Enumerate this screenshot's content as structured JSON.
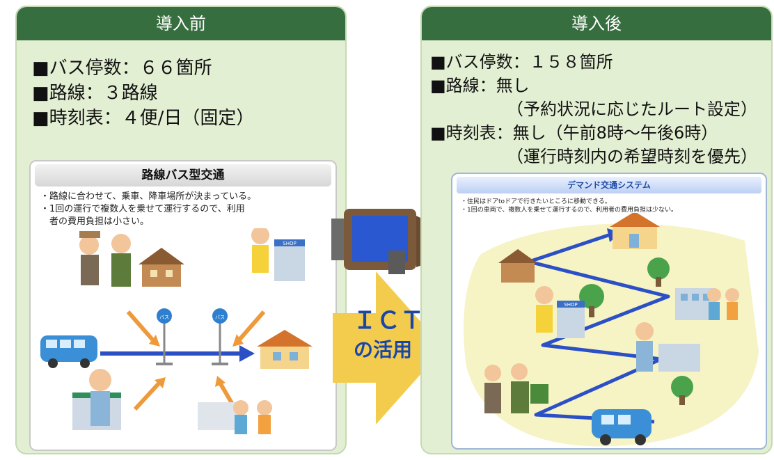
{
  "before": {
    "header": "導入前",
    "facts": [
      "■バス停数：６６箇所",
      "■路線：３路線",
      "■時刻表：４便/日（固定）"
    ],
    "card": {
      "title": "路線バス型交通",
      "lines": [
        "・路線に合わせて、乗車、降車場所が決まっている。",
        "・1回の運行で複数人を乗せて運行するので、利用",
        "　者の費用負担は小さい。"
      ],
      "bus_stop_label": "バス",
      "shop_label": "SHOP"
    }
  },
  "after": {
    "header": "導入後",
    "facts": [
      {
        "text": "■バス停数：１５８箇所",
        "indent": false
      },
      {
        "text": "■路線：無し",
        "indent": false
      },
      {
        "text": "（予約状況に応じたルート設定）",
        "indent": true
      },
      {
        "text": "■時刻表：無し（午前8時〜午後6時）",
        "indent": false
      },
      {
        "text": "（運行時刻内の希望時刻を優先）",
        "indent": true
      }
    ],
    "card": {
      "title": "デマンド交通システム",
      "lines": [
        "・住民はドアtoドアで行きたいところに移動できる。",
        "・1回の車両で、複数人を乗せて運行するので、利用者の費用負担は少ない。"
      ],
      "shop_label": "SHOP"
    }
  },
  "arrow": {
    "line1": "ＩＣＴ",
    "line2": "の活用"
  },
  "colors": {
    "panel_bg": "#e3efd3",
    "header_bg": "#376e3f",
    "arrow_fill": "#f3cc4e",
    "arrow_text": "#1a46a8",
    "route_blue": "#2b50c6",
    "feeder_orange": "#ef9a3a"
  }
}
